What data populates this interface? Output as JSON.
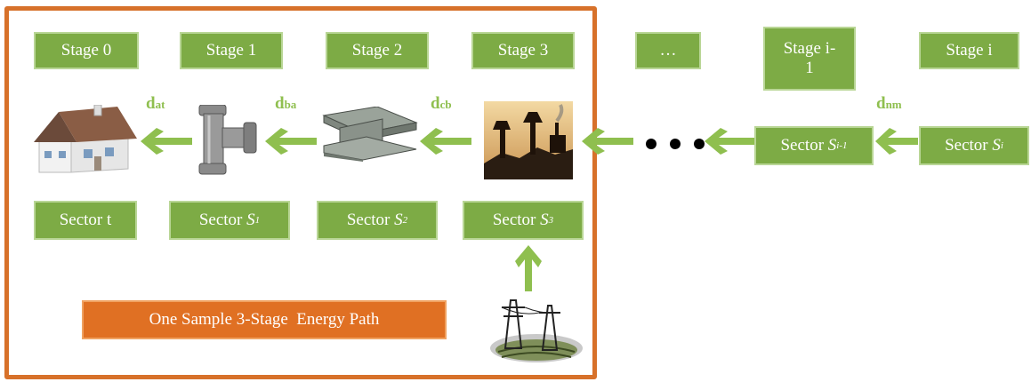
{
  "stages": [
    {
      "label": "Stage 0"
    },
    {
      "label": "Stage 1"
    },
    {
      "label": "Stage 2"
    },
    {
      "label": "Stage 3"
    },
    {
      "label": "…"
    },
    {
      "label": "Stage i-1"
    },
    {
      "label": "Stage i"
    }
  ],
  "distances": [
    {
      "main": "d",
      "sub": "at"
    },
    {
      "main": "d",
      "sub": "ba"
    },
    {
      "main": "d",
      "sub": "cb"
    },
    {
      "main": "d",
      "sub": "nm"
    }
  ],
  "sectors": {
    "t": {
      "label": "Sector t"
    },
    "s1": {
      "prefix": "Sector ",
      "sym": "S",
      "sup": "1"
    },
    "s2": {
      "prefix": "Sector ",
      "sym": "S",
      "sup": "2"
    },
    "s3": {
      "prefix": "Sector ",
      "sym": "S",
      "sup": "3"
    },
    "si_1": {
      "prefix": "Sector ",
      "sym": "S",
      "sup": "i-1"
    },
    "si": {
      "prefix": "Sector ",
      "sym": "S",
      "sup": "i"
    }
  },
  "banner": {
    "label": "One Sample 3-Stage  Energy Path"
  },
  "colors": {
    "box_green": "#7dab45",
    "arrow_green": "#8fbf4f",
    "frame_orange": "#d7712a",
    "banner_orange": "#e07023"
  },
  "icons": [
    "house-icon",
    "pipe-icon",
    "steel-beam-icon",
    "mine-icon",
    "power-tower-icon"
  ]
}
